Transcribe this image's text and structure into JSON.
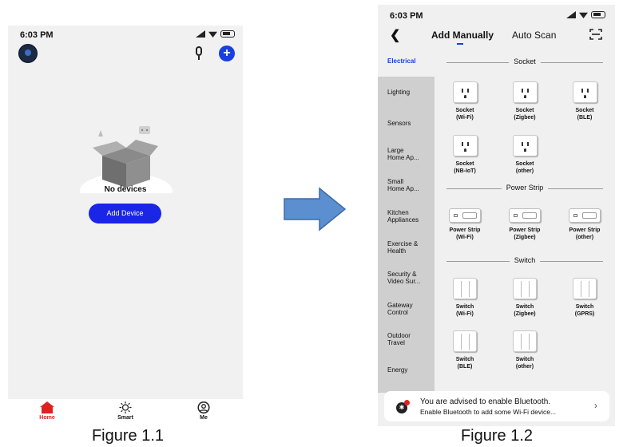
{
  "figure1": {
    "status_time": "6:03 PM",
    "empty_text": "No devices",
    "add_device_label": "Add Device",
    "tabs": [
      {
        "label": "Home",
        "icon": "home-icon",
        "active": true
      },
      {
        "label": "Smart",
        "icon": "sun-icon",
        "active": false
      },
      {
        "label": "Me",
        "icon": "profile-icon",
        "active": false
      }
    ],
    "caption": "Figure 1.1"
  },
  "figure2": {
    "status_time": "6:03 PM",
    "tab_add_manually": "Add Manually",
    "tab_auto_scan": "Auto Scan",
    "categories": [
      "Electrical",
      "Lighting",
      "Sensors",
      "Large\nHome Ap...",
      "Small\nHome Ap...",
      "Kitchen\nAppliances",
      "Exercise &\nHealth",
      "Security &\nVideo Sur...",
      "Gateway\nControl",
      "Outdoor\nTravel",
      "Energy"
    ],
    "sections": [
      {
        "title": "Socket",
        "devices": [
          {
            "name": "Socket",
            "sub": "(Wi-Fi)"
          },
          {
            "name": "Socket",
            "sub": "(Zigbee)"
          },
          {
            "name": "Socket",
            "sub": "(BLE)"
          },
          {
            "name": "Socket",
            "sub": "(NB-IoT)"
          },
          {
            "name": "Socket",
            "sub": "(other)"
          }
        ]
      },
      {
        "title": "Power Strip",
        "devices": [
          {
            "name": "Power Strip",
            "sub": "(Wi-Fi)"
          },
          {
            "name": "Power Strip",
            "sub": "(Zigbee)"
          },
          {
            "name": "Power Strip",
            "sub": "(other)"
          }
        ]
      },
      {
        "title": "Switch",
        "devices": [
          {
            "name": "Switch",
            "sub": "(Wi-Fi)"
          },
          {
            "name": "Switch",
            "sub": "(Zigbee)"
          },
          {
            "name": "Switch",
            "sub": "(GPRS)"
          },
          {
            "name": "Switch",
            "sub": "(BLE)"
          },
          {
            "name": "Switch",
            "sub": "(other)"
          }
        ]
      }
    ],
    "bluetooth_banner": {
      "title": "You are advised to enable Bluetooth.",
      "subtitle": "Enable Bluetooth to add some Wi-Fi device..."
    },
    "caption": "Figure 1.2"
  },
  "colors": {
    "accent": "#1a3fe0",
    "button_blue": "#1a25e6",
    "home_red": "#e02020"
  }
}
